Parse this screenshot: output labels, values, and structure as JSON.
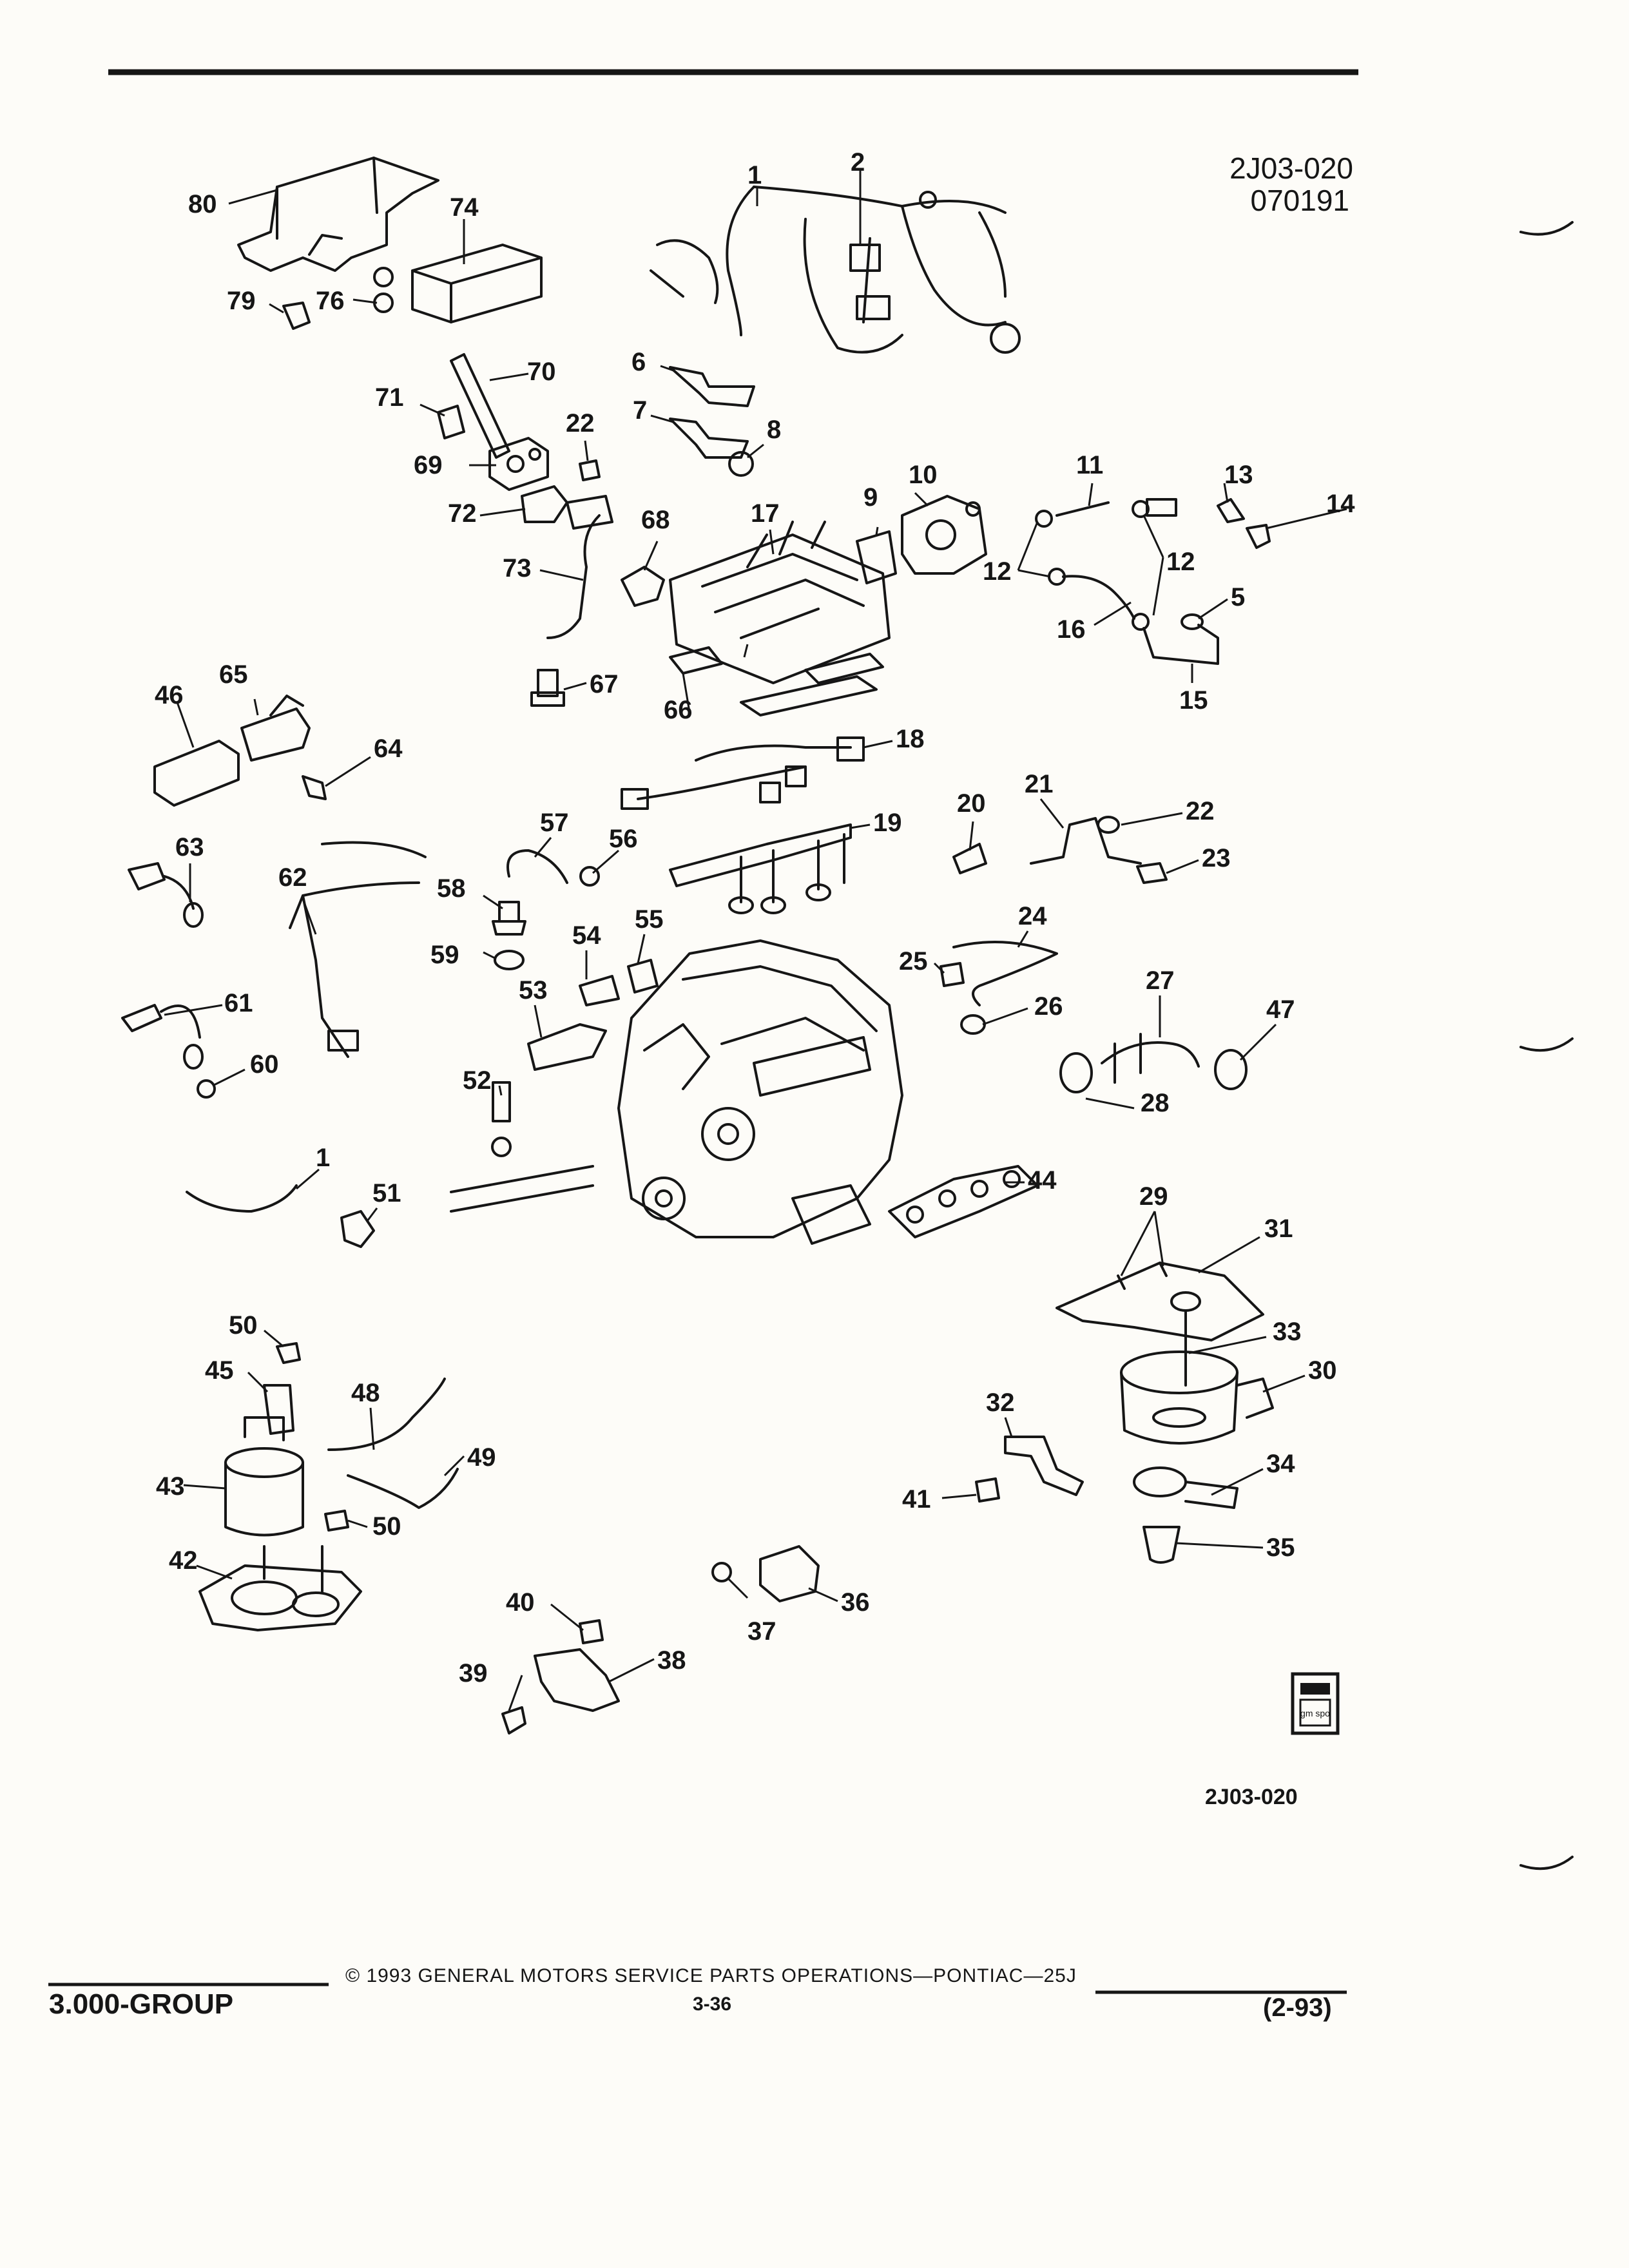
{
  "header": {
    "figure_code": "2J03-020",
    "date_code": "070191"
  },
  "figure": {
    "bottom_code": "2J03-020",
    "callouts": {
      "c1": "1",
      "c1b": "1",
      "c2": "2",
      "c5": "5",
      "c6": "6",
      "c7": "7",
      "c8": "8",
      "c9": "9",
      "c10": "10",
      "c11": "11",
      "c12a": "12",
      "c12b": "12",
      "c13": "13",
      "c14": "14",
      "c15": "15",
      "c16": "16",
      "c17": "17",
      "c18": "18",
      "c19": "19",
      "c20": "20",
      "c21": "21",
      "c22a": "22",
      "c22b": "22",
      "c23": "23",
      "c24": "24",
      "c25": "25",
      "c26": "26",
      "c27": "27",
      "c28": "28",
      "c29": "29",
      "c30": "30",
      "c31": "31",
      "c32": "32",
      "c33": "33",
      "c34": "34",
      "c35": "35",
      "c36": "36",
      "c37": "37",
      "c38": "38",
      "c39": "39",
      "c40": "40",
      "c41": "41",
      "c42": "42",
      "c43": "43",
      "c44": "44",
      "c45": "45",
      "c46": "46",
      "c47": "47",
      "c48": "48",
      "c49": "49",
      "c50a": "50",
      "c50b": "50",
      "c51": "51",
      "c52": "52",
      "c53": "53",
      "c54": "54",
      "c55": "55",
      "c56": "56",
      "c57": "57",
      "c58": "58",
      "c59": "59",
      "c60": "60",
      "c61": "61",
      "c62": "62",
      "c63": "63",
      "c64": "64",
      "c65": "65",
      "c66": "66",
      "c67": "67",
      "c68": "68",
      "c69": "69",
      "c70": "70",
      "c71": "71",
      "c72": "72",
      "c73": "73",
      "c74": "74",
      "c76": "76",
      "c79": "79",
      "c80": "80"
    }
  },
  "logo": {
    "text": "gm spo"
  },
  "footer": {
    "group": "3.000-GROUP",
    "copyright": "© 1993 GENERAL MOTORS SERVICE PARTS OPERATIONS—PONTIAC—25J",
    "page": "3-36",
    "revision": "(2-93)"
  }
}
